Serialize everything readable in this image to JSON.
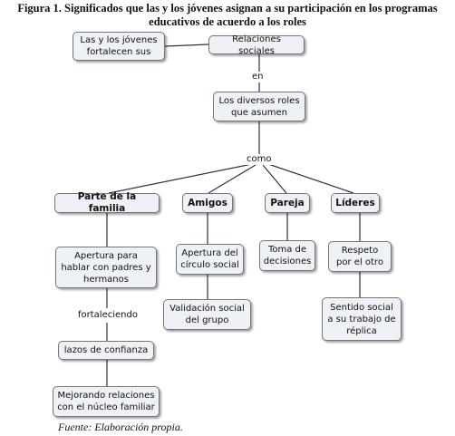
{
  "title": {
    "line1_label": "Figura 1.",
    "line1_text": " Significados que las y los jóvenes asignan a su participación en los programas",
    "line2_text": "educativos de acuerdo a los roles"
  },
  "nodes": {
    "jovenes": "Las y los jóvenes fortalecen sus",
    "relaciones": "Relaciones sociales",
    "roles": "Los diversos roles que asumen",
    "familia": "Parte de la familia",
    "amigos": "Amigos",
    "pareja": "Pareja",
    "lideres": "Líderes",
    "apertura_hablar": "Apertura para hablar con padres y hermanos",
    "lazos": "lazos de confianza",
    "mejorando": "Mejorando relaciones con el núcleo familiar",
    "apertura_circulo": "Apertura del círculo social",
    "validacion": "Validación social del grupo",
    "toma": "Toma de decisiones",
    "respeto": "Respeto por el otro",
    "sentido": "Sentido social a su trabajo de réplica"
  },
  "links": {
    "en": "en",
    "como": "como",
    "fortaleciendo": "fortaleciendo"
  },
  "source": "Fuente: Elaboración propia.",
  "colors": {
    "node_fill": "#eef1f6",
    "node_border": "#6f7680",
    "line": "#333333"
  }
}
